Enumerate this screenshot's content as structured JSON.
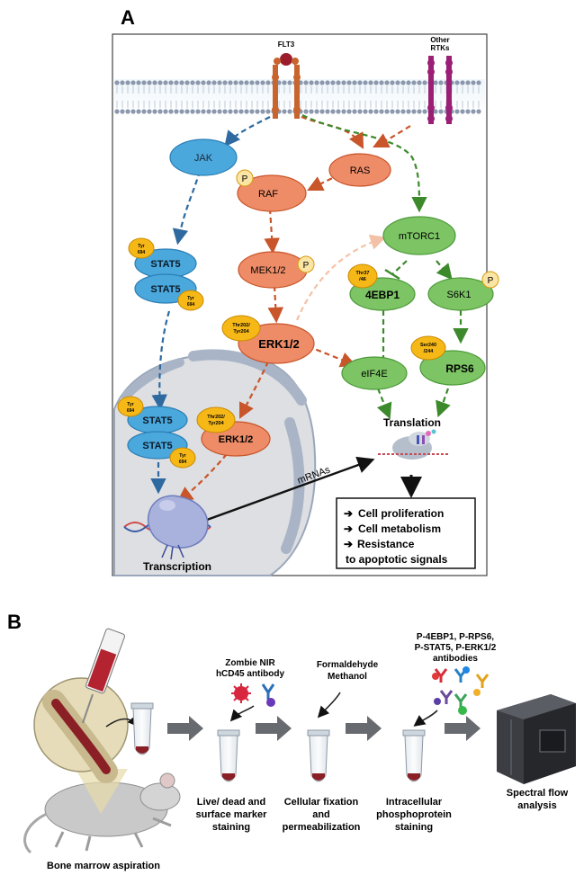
{
  "panel_a": {
    "label": "A",
    "receptors": {
      "flt3": "FLT3",
      "other_rtks_line1": "Other",
      "other_rtks_line2": "RTKs"
    },
    "nodes": {
      "jak": "JAK",
      "ras": "RAS",
      "raf": "RAF",
      "mek": "MEK1/2",
      "erk": "ERK1/2",
      "erk_nuclear": "ERK1/2",
      "stat5_a": "STAT5",
      "stat5_b": "STAT5",
      "stat5_nuc_a": "STAT5",
      "stat5_nuc_b": "STAT5",
      "mtorc1": "mTORC1",
      "ebp": "4EBP1",
      "s6k1": "S6K1",
      "eif4e": "eIF4E",
      "rps6": "RPS6"
    },
    "phospho": {
      "p": "P",
      "tyr": "Tyr",
      "tyr_num": "694",
      "thr202": "Thr202/",
      "tyr204": "Tyr204",
      "thr37": "Thr37",
      "thr46": "/46",
      "ser240": "Ser240",
      "ser244": "/244"
    },
    "labels": {
      "translation": "Translation",
      "transcription": "Transcription",
      "mrnas": "mRNAs"
    },
    "outcomes": [
      "Cell proliferation",
      "Cell metabolism",
      "Resistance",
      "to apoptotic signals"
    ],
    "outcome_arrow": "➔",
    "colors": {
      "jak_stat": "#4aa8dc",
      "mapk": "#ee8c68",
      "mtor": "#7cc464",
      "phospho_badge": "#f6b817",
      "membrane": "#8c98ad"
    }
  },
  "panel_b": {
    "label": "B",
    "stain1": {
      "line1": "Zombie NIR",
      "line2": "hCD45 antibody"
    },
    "fix": {
      "line1": "Formaldehyde",
      "line2": "Methanol"
    },
    "antibodies": {
      "line1": "P-4EBP1, P-RPS6,",
      "line2": "P-STAT5, P-ERK1/2",
      "line3": "antibodies"
    },
    "steps": {
      "aspiration": "Bone marrow aspiration",
      "live_dead": [
        "Live/ dead and",
        "surface marker",
        "staining"
      ],
      "fixation": [
        "Cellular fixation",
        "and",
        "permeabilization"
      ],
      "intracellular": [
        "Intracellular",
        "phosphoprotein",
        "staining"
      ],
      "analysis": [
        "Spectral flow",
        "analysis"
      ]
    }
  }
}
